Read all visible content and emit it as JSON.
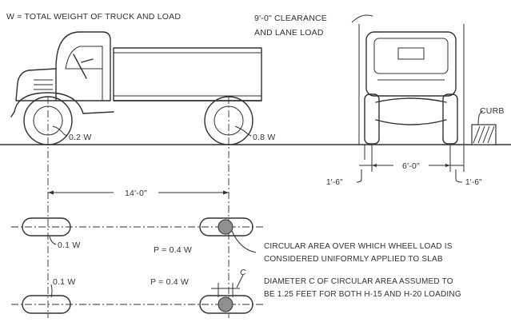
{
  "labels": {
    "w_definition": "W = TOTAL WEIGHT OF TRUCK AND LOAD",
    "clearance_line1": "9'-0\" CLEARANCE",
    "clearance_line2": "AND LANE LOAD",
    "curb": "CURB",
    "front_axle_load": "0.2 W",
    "rear_axle_load": "0.8 W",
    "wheelbase": "14'-0\"",
    "wheel_track": "6'-0\"",
    "left_offset": "1'-6\"",
    "right_offset": "1'-6\"",
    "front_wheel_load_top": "0.1 W",
    "front_wheel_load_bottom": "0.1 W",
    "rear_wheel_load_top": "P = 0.4 W",
    "rear_wheel_load_bottom": "P = 0.4 W",
    "diameter_symbol": "C",
    "circular_area_line1": "CIRCULAR AREA OVER WHICH WHEEL LOAD IS",
    "circular_area_line2": "CONSIDERED UNIFORMLY APPLIED TO SLAB",
    "diameter_note_line1": "DIAMETER C OF CIRCULAR AREA ASSUMED TO",
    "diameter_note_line2": "BE 1.25 FEET FOR BOTH H-15 AND H-20 LOADING"
  }
}
